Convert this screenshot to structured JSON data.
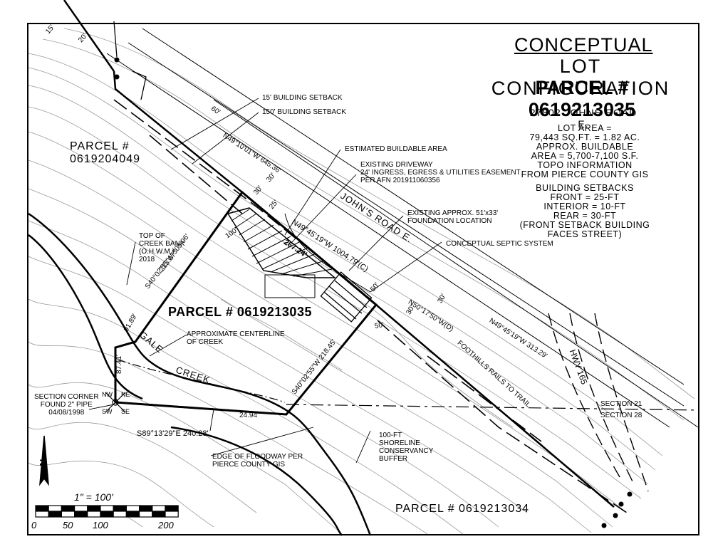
{
  "title": {
    "line1": "CONCEPTUAL",
    "line2": "LOT CONFIGURATION",
    "parcel": "PARCEL # 0619213035",
    "address": "27802 JOHNS ROAD E."
  },
  "lot_info": [
    "LOT AREA =",
    "79,443 SQ.FT. = 1.82 AC.",
    "APPROX. BUILDABLE",
    "AREA = 5,700-7,100  S.F.",
    "TOPO INFORMATION",
    "FROM PIERCE COUNTY GIS"
  ],
  "setbacks": [
    "BUILDING SETBACKS",
    "FRONT = 25-FT",
    "INTERIOR = 10-FT",
    "REAR = 30-FT",
    "(FRONT SETBACK BUILDING",
    "FACES STREET)"
  ],
  "callouts": {
    "setback15": "15' BUILDING SETBACK",
    "setback150": "150' BUILDING SETBACK",
    "buildable": "ESTIMATED BUILDABLE AREA",
    "driveway": [
      "EXISTING DRIVEWAY",
      "24' INGRESS, EGRESS & UTILITIES EASEMENT",
      "PER AFN 201911060356"
    ],
    "foundation": [
      "EXISTING APPROX. 51'x33'",
      "FOUNDATION LOCATION"
    ],
    "septic": "CONCEPTUAL SEPTIC SYSTEM",
    "creek_bank": [
      "TOP OF",
      "CREEK BANK",
      "(O.H.W.M.)",
      "2018"
    ],
    "centerline": [
      "APPROXIMATE CENTERLINE",
      "OF CREEK"
    ],
    "section_corner": [
      "SECTION CORNER",
      "FOUND 2\" PIPE",
      "04/08/1998"
    ],
    "floodway": [
      "EDGE OF FLOODWAY PER",
      "PIERCE COUNTY GIS"
    ],
    "shoreline": [
      "100-FT",
      "SHORELINE",
      "CONSERVANCY",
      "BUFFER"
    ],
    "section21": "SECTION 21",
    "section28": "SECTION 28"
  },
  "parcels": {
    "main": "PARCEL # 0619213035",
    "north": [
      "PARCEL #",
      "0619204049"
    ],
    "south": "PARCEL # 0619213034"
  },
  "road_labels": {
    "johns": "JOHN'S ROAD E.",
    "hwy": "HWY 165",
    "trail": "FOOTHILLS RAILS TO TRAIL"
  },
  "bearings": {
    "road_top": "N49°10'01\"W 645.36'",
    "lot_north": "N49°45'19\"W 1004.79'(C)",
    "lot_north_seg": "267.24'",
    "road_d": "N50°17'50\"W(D)",
    "road_east": "N49°45'19\"W 313.29'",
    "west": "S40°02'55\"W 305.06'",
    "west_inner": "213.17'",
    "east": "S40°02'55\"W 218.45'",
    "diag": "91.89'",
    "corner": "87.41'",
    "south_seg": "24.94'",
    "south": "S89°13'29\"E 240.28'"
  },
  "dims": {
    "d20": "20'",
    "d60": "60'",
    "d30a": "30'",
    "d30b": "30'",
    "d25": "25'",
    "d100": "100'",
    "d50a": "50'",
    "d50b": "50'",
    "d30c": "30'",
    "d30d": "30'",
    "d15": "15'"
  },
  "compass": {
    "nw": "NW",
    "ne": "NE",
    "sw": "SW",
    "se": "SE"
  },
  "north_arrow": "N",
  "scale": {
    "label": "1\" = 100'",
    "ticks": [
      "0",
      "50",
      "100",
      "200"
    ]
  },
  "colors": {
    "ink": "#000000",
    "topo": "#9a9a9a",
    "paper": "#ffffff"
  }
}
